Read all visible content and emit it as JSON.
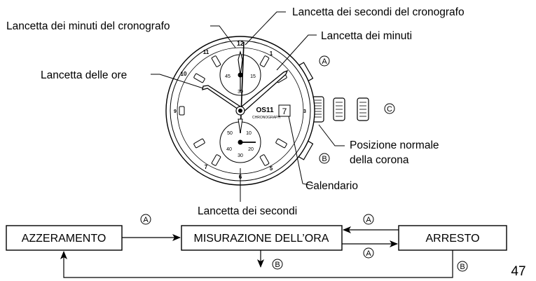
{
  "labels": {
    "chrono_seconds_hand": "Lancetta dei secondi del cronografo",
    "chrono_minutes_hand": "Lancetta dei minuti del cronografo",
    "minutes_hand": "Lancetta dei minuti",
    "hours_hand": "Lancetta delle ore",
    "crown_position": [
      "Posizione normale",
      "della corona"
    ],
    "calendar": "Calendario",
    "seconds_hand": "Lancetta dei secondi"
  },
  "button_marks": {
    "a": "A",
    "b": "B",
    "c": "C"
  },
  "dial": {
    "brand": "OS11",
    "subtitle": "CHRONOGRAPH",
    "date": "7",
    "hour_numerals": [
      "12",
      "1",
      "3",
      "5",
      "6",
      "7",
      "9",
      "10",
      "11"
    ],
    "upper_subdial": [
      "45",
      "15",
      "30"
    ],
    "lower_subdial": [
      "10",
      "20",
      "30",
      "40",
      "50"
    ]
  },
  "flow": {
    "boxes": [
      "AZZERAMENTO",
      "MISURAZIONE DELL’ORA",
      "ARRESTO"
    ]
  },
  "page_number": "47"
}
